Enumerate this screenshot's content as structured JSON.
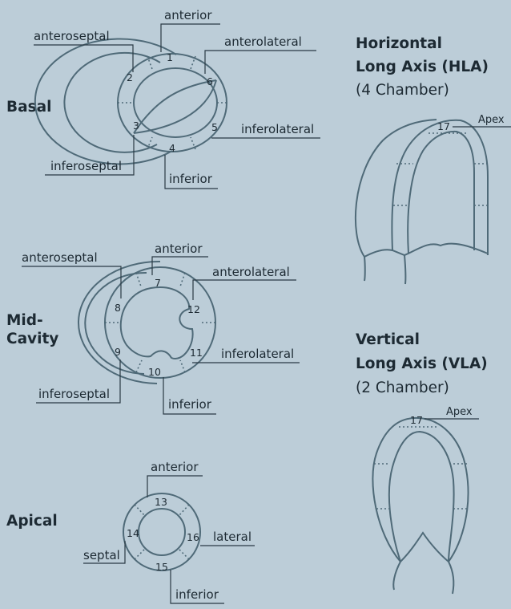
{
  "sections": {
    "basal": "Basal",
    "mid_line1": "Mid-",
    "mid_line2": "Cavity",
    "apical": "Apical"
  },
  "hla": {
    "title_line1": "Horizontal",
    "title_line2": "Long Axis (HLA)",
    "subtitle": "(4 Chamber)",
    "apex_label": "Apex",
    "segment": "17"
  },
  "vla": {
    "title_line1": "Vertical",
    "title_line2": "Long Axis (VLA)",
    "subtitle": "(2 Chamber)",
    "apex_label": "Apex",
    "segment": "17"
  },
  "basal_labels": {
    "anterior": "anterior",
    "anteroseptal": "anteroseptal",
    "anterolateral": "anterolateral",
    "inferolateral": "inferolateral",
    "inferoseptal": "inferoseptal",
    "inferior": "inferior"
  },
  "basal_segments": [
    "1",
    "2",
    "3",
    "4",
    "5",
    "6"
  ],
  "mid_labels": {
    "anterior": "anterior",
    "anteroseptal": "anteroseptal",
    "anterolateral": "anterolateral",
    "inferolateral": "inferolateral",
    "inferoseptal": "inferoseptal",
    "inferior": "inferior"
  },
  "mid_segments": [
    "7",
    "8",
    "9",
    "10",
    "11",
    "12"
  ],
  "apical_labels": {
    "anterior": "anterior",
    "septal": "septal",
    "lateral": "lateral",
    "inferior": "inferior"
  },
  "apical_segments": [
    "13",
    "14",
    "15",
    "16"
  ]
}
